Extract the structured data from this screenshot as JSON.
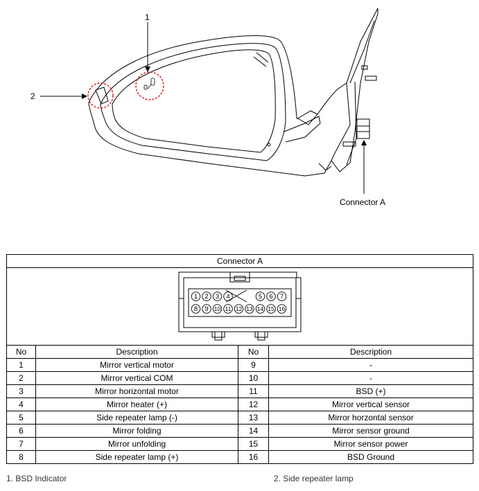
{
  "callouts": {
    "one": "1",
    "two": "2",
    "connector": "Connector A"
  },
  "table": {
    "title": "Connector A",
    "headers": [
      "No",
      "Description",
      "No",
      "Description"
    ],
    "pin_labels_top": [
      "1",
      "2",
      "3",
      "4",
      "5",
      "6",
      "7"
    ],
    "pin_labels_bottom": [
      "8",
      "9",
      "10",
      "11",
      "12",
      "13",
      "14",
      "15",
      "16"
    ],
    "rows": [
      [
        "1",
        "Mirror vertical motor",
        "9",
        "-"
      ],
      [
        "2",
        "Mirror vertical COM",
        "10",
        "-"
      ],
      [
        "3",
        "Mirror horizontal motor",
        "11",
        "BSD (+)"
      ],
      [
        "4",
        "Mirror heater (+)",
        "12",
        "Mirror vertical sensor"
      ],
      [
        "5",
        "Side repeater lamp (-)",
        "13",
        "Mirror horzontal sensor"
      ],
      [
        "6",
        "Mirror folding",
        "14",
        "Mirror sensor ground"
      ],
      [
        "7",
        "Mirror unfolding",
        "15",
        "Mirror sensor power"
      ],
      [
        "8",
        "Side repeater lamp (+)",
        "16",
        "BSD Ground"
      ]
    ]
  },
  "footer": {
    "note1": "1. BSD Indicator",
    "note2": "2. Side repeater lamp"
  }
}
